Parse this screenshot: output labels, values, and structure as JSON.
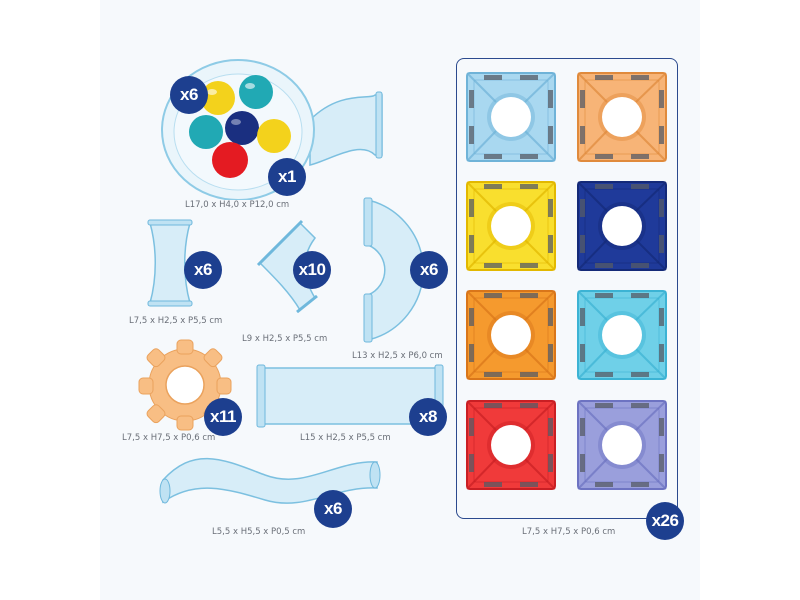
{
  "pieces": [
    {
      "id": "funnel",
      "qty": "x1",
      "dim": "L17,0 x H4,0 x P12,0 cm"
    },
    {
      "id": "balls",
      "qty": "x6"
    },
    {
      "id": "straight-short",
      "qty": "x6",
      "dim": "L7,5 x H2,5 x P5,5 cm"
    },
    {
      "id": "curve",
      "qty": "x10",
      "dim": "L9 x H2,5 x P5,5 cm"
    },
    {
      "id": "half-circle",
      "qty": "x6",
      "dim": "L13 x H2,5 x P6,0 cm"
    },
    {
      "id": "gear",
      "qty": "x11",
      "dim": "L7,5 x H7,5 x P0,6 cm"
    },
    {
      "id": "straight-long",
      "qty": "x8",
      "dim": "L15 x H2,5 x P5,5 cm"
    },
    {
      "id": "wave",
      "qty": "x6",
      "dim": "L5,5 x H5,5 x P0,5 cm"
    },
    {
      "id": "tiles",
      "qty": "x26",
      "dim": "L7,5 x H7,5 x P0,6 cm"
    }
  ],
  "tiles": [
    {
      "color": "light-blue",
      "fill": "#a9d8f0",
      "dark": "#6fb3d8"
    },
    {
      "color": "orange",
      "fill": "#f7b477",
      "dark": "#e08a3c"
    },
    {
      "color": "yellow",
      "fill": "#f9df2e",
      "dark": "#e2b800"
    },
    {
      "color": "navy",
      "fill": "#1f3a9a",
      "dark": "#142a78"
    },
    {
      "color": "orange",
      "fill": "#f59a2e",
      "dark": "#d9761a"
    },
    {
      "color": "aqua",
      "fill": "#6fd0e8",
      "dark": "#3cb3d4"
    },
    {
      "color": "red",
      "fill": "#f03a3a",
      "dark": "#c91f24"
    },
    {
      "color": "lavender",
      "fill": "#9a9fdc",
      "dark": "#6d73c2"
    }
  ],
  "colors": {
    "badge": "#1d3f8f",
    "tube": "#cde8f6",
    "tube_edge": "#6fb8dc",
    "ball_yellow": "#f3d21c",
    "ball_teal": "#21a9b4",
    "ball_navy": "#1a2f80",
    "ball_red": "#e41b22"
  }
}
